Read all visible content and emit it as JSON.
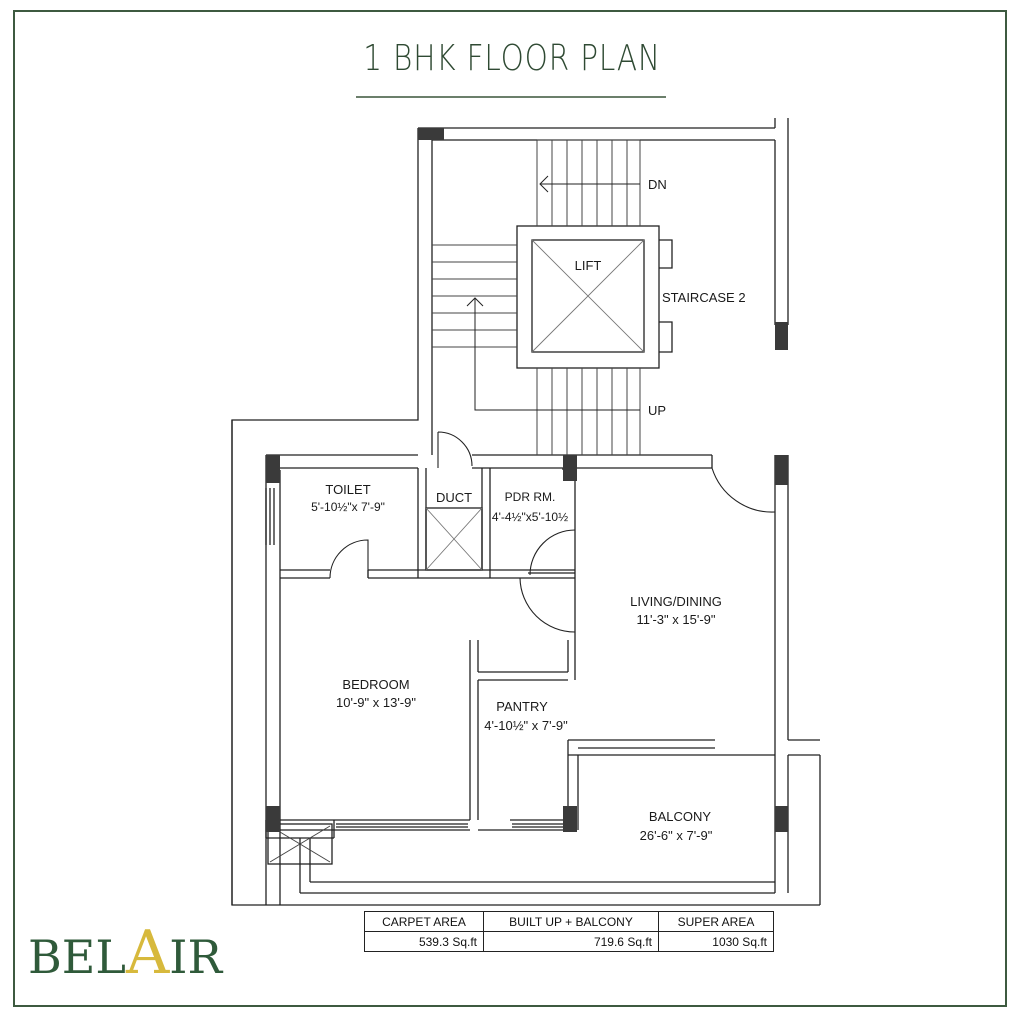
{
  "title": "1 BHK FLOOR PLAN",
  "rooms": {
    "lift": "LIFT",
    "staircase": "STAIRCASE 2",
    "dn": "DN",
    "up": "UP",
    "toilet": {
      "name": "TOILET",
      "dims": "5'-10½\"x 7'-9\""
    },
    "duct": "DUCT",
    "pdr": {
      "name": "PDR RM.",
      "dims": "4'-4½\"x5'-10½"
    },
    "living": {
      "name": "LIVING/DINING",
      "dims": "11'-3\" x 15'-9\""
    },
    "bedroom": {
      "name": "BEDROOM",
      "dims": "10'-9\" x 13'-9\""
    },
    "pantry": {
      "name": "PANTRY",
      "dims": "4'-10½\" x 7'-9\""
    },
    "balcony": {
      "name": "BALCONY",
      "dims": "26'-6\" x 7'-9\""
    }
  },
  "area_table": {
    "headers": [
      "CARPET AREA",
      "BUILT UP + BALCONY",
      "SUPER AREA"
    ],
    "values": [
      "539.3 Sq.ft",
      "719.6 Sq.ft",
      "1030 Sq.ft"
    ]
  },
  "logo": {
    "prefix": "BEL",
    "accent": "A",
    "suffix": "IR"
  },
  "colors": {
    "frame": "#3d5a40",
    "logo": "#2f5a3a",
    "logo_accent": "#d7b93c"
  }
}
